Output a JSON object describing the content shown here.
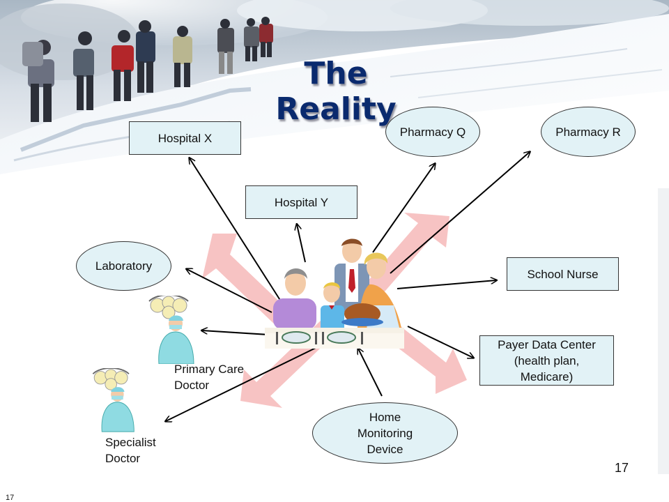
{
  "slide": {
    "title": "The Reality",
    "page_number": "17",
    "footer_number": "17"
  },
  "diagram": {
    "center": "family-dinner-clipart",
    "nodes": {
      "hospital_x": "Hospital X",
      "hospital_y": "Hospital Y",
      "pharmacy_q": "Pharmacy Q",
      "pharmacy_r": "Pharmacy R",
      "laboratory": "Laboratory",
      "school_nurse": "School Nurse",
      "payer_data_center": "Payer Data Center\n(health plan,\nMedicare)",
      "home_monitoring_device": "Home\nMonitoring\nDevice",
      "primary_care_doctor": "Primary Care\nDoctor",
      "specialist_doctor": "Specialist\nDoctor"
    }
  },
  "colors": {
    "title": "#0a2a6e",
    "node_fill": "#e2f2f6",
    "node_border": "#333333",
    "arrow": "#000000",
    "big_arrow": "#f7c0c0"
  },
  "icons": {
    "background": "snowy-mountain-hikers-photo",
    "doctor": "surgeon-doctor-icon",
    "center": "family-dinner-icon"
  }
}
